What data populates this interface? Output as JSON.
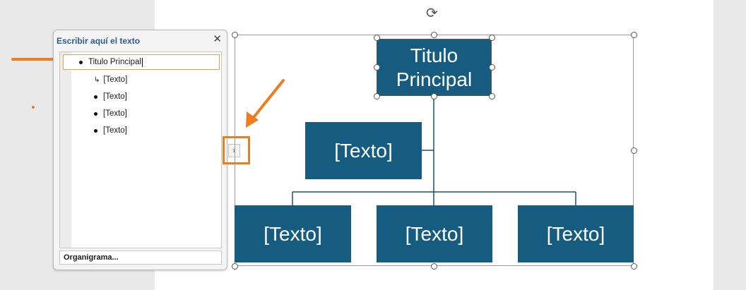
{
  "pane": {
    "title": "Escribir aquí el texto",
    "close_icon": "close-icon",
    "items": [
      {
        "label": "Titulo Principal",
        "level": 1
      },
      {
        "label": "[Texto]",
        "level": 2
      },
      {
        "label": "[Texto]",
        "level": 2
      },
      {
        "label": "[Texto]",
        "level": 2
      },
      {
        "label": "[Texto]",
        "level": 2
      }
    ],
    "footer": "Organigrama..."
  },
  "diagram": {
    "title_box": "Titulo Principal",
    "assistant_box": "[Texto]",
    "sub_boxes": [
      "[Texto]",
      "[Texto]",
      "[Texto]"
    ]
  },
  "icons": {
    "rotate": "rotate-handle-icon",
    "toggle": "chevron-right-icon"
  },
  "colors": {
    "box_fill": "#165c80",
    "accent_orange": "#f07c1c",
    "connector": "#1f4f79"
  }
}
